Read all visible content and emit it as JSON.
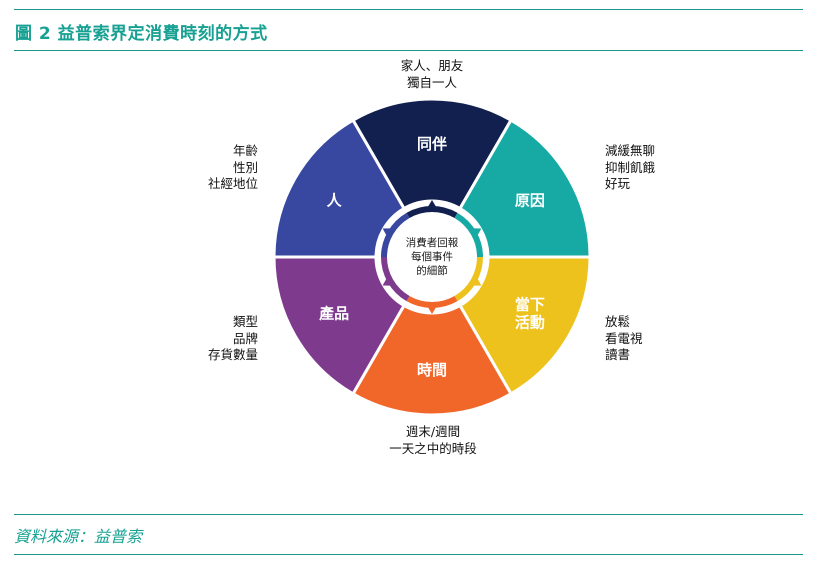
{
  "header": {
    "title": "圖 2  益普索界定消費時刻的方式"
  },
  "footer": {
    "source": "資料來源：益普索"
  },
  "center": {
    "lines": [
      "消費者回報",
      "每個事件",
      "的細節"
    ]
  },
  "segments": [
    {
      "key": "companion",
      "label_lines": [
        "同伴"
      ],
      "color": "#12204f",
      "notes": [
        "家人、朋友",
        "獨自一人"
      ]
    },
    {
      "key": "reason",
      "label_lines": [
        "原因"
      ],
      "color": "#17aaa5",
      "notes": [
        "減緩無聊",
        "抑制飢餓",
        "好玩"
      ]
    },
    {
      "key": "activity",
      "label_lines": [
        "當下",
        "活動"
      ],
      "color": "#eec21d",
      "notes": [
        "放鬆",
        "看電視",
        "讀書"
      ]
    },
    {
      "key": "time",
      "label_lines": [
        "時間"
      ],
      "color": "#f1672a",
      "notes": [
        "週末/週間",
        "一天之中的時段"
      ]
    },
    {
      "key": "product",
      "label_lines": [
        "產品"
      ],
      "color": "#7e3b8e",
      "notes": [
        "類型",
        "品牌",
        "存貨數量"
      ]
    },
    {
      "key": "person",
      "label_lines": [
        "人"
      ],
      "color": "#3848a0",
      "notes": [
        "年齡",
        "性別",
        "社經地位"
      ]
    }
  ]
}
